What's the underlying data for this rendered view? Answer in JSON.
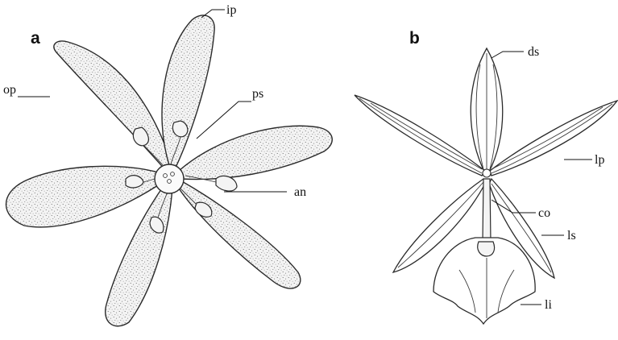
{
  "panels": {
    "a": {
      "letter": "a",
      "labels": {
        "ip": "ip",
        "op": "op",
        "ps": "ps",
        "an": "an"
      }
    },
    "b": {
      "letter": "b",
      "labels": {
        "ds": "ds",
        "lp": "lp",
        "co": "co",
        "ls": "ls",
        "li": "li"
      }
    }
  },
  "style": {
    "ink": "#111111",
    "paper": "#ffffff"
  }
}
